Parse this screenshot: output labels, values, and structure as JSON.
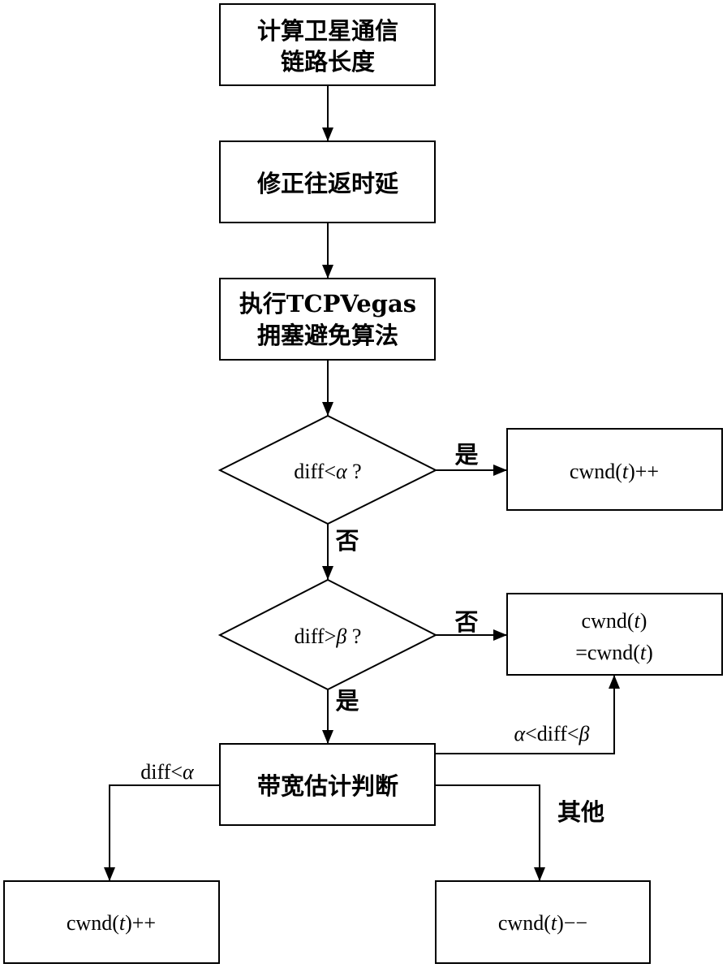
{
  "nodes": {
    "compute_link": {
      "line1": "计算卫星通信",
      "line2": "链路长度"
    },
    "correct_rtt": {
      "label": "修正往返时延"
    },
    "vegas": {
      "line1": "执行TCPVegas",
      "line2": "拥塞避免算法"
    },
    "decision_alpha": {
      "a": "diff<",
      "b": "α",
      "c": " ?"
    },
    "cwnd_inc_right": {
      "a": "cwnd(",
      "b": "t",
      "c": ")++"
    },
    "decision_beta": {
      "a": "diff>",
      "b": "β",
      "c": " ?"
    },
    "cwnd_keep": {
      "line1": {
        "a": "cwnd(",
        "b": "t",
        "c": ")"
      },
      "line2": {
        "a": "=cwnd(",
        "b": "t",
        "c": ")"
      }
    },
    "bandwidth": {
      "label": "带宽估计判断"
    },
    "cwnd_inc_left": {
      "a": "cwnd(",
      "b": "t",
      "c": ")++"
    },
    "cwnd_dec": {
      "a": "cwnd(",
      "b": "t",
      "c": ")−−"
    }
  },
  "edges": {
    "alpha_yes": "是",
    "alpha_no": "否",
    "beta_no": "否",
    "beta_yes": "是",
    "between": {
      "a": "α",
      "b": "<diff<",
      "c": "β"
    },
    "less": {
      "a": "diff<",
      "b": "α"
    },
    "other": "其他"
  },
  "colors": {
    "stroke": "#000000",
    "background": "#ffffff"
  }
}
